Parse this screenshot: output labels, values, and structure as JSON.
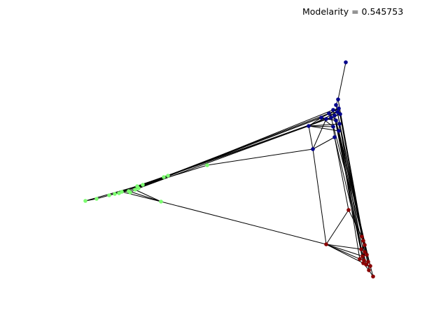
{
  "title": "Modelarity = 0.545753",
  "graph": {
    "communities": [
      {
        "id": "blue",
        "color": "#00008b"
      },
      {
        "id": "green",
        "color": "#7cfc70"
      },
      {
        "id": "red",
        "color": "#8b0000"
      }
    ],
    "edge_color": "#000000"
  }
}
